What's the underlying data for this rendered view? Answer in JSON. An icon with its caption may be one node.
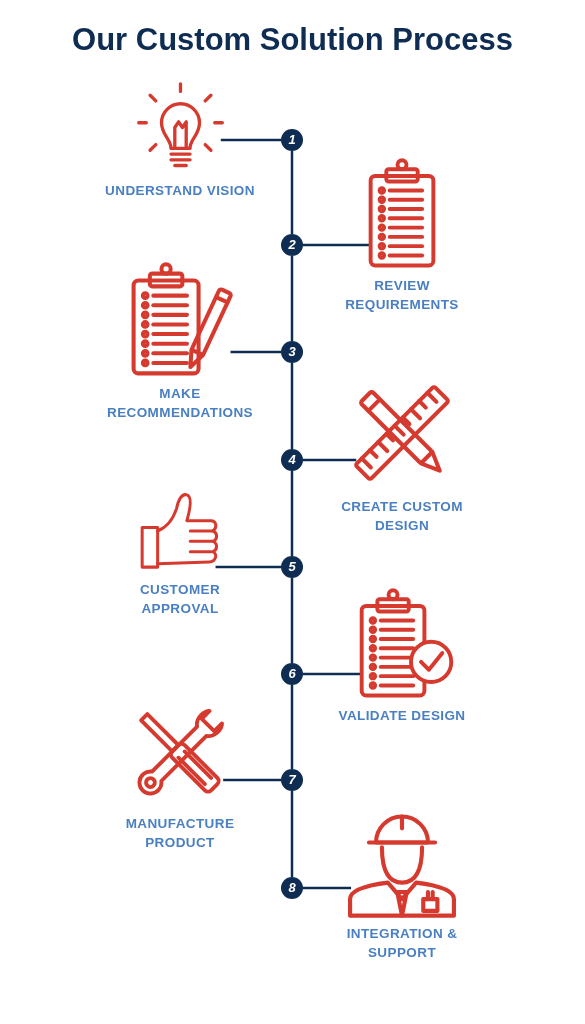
{
  "diagram": {
    "title": "Our Custom Solution Process",
    "nodes": [
      {
        "text": [
          "1"
        ]
      },
      {
        "text": [
          "2"
        ]
      },
      {
        "text": [
          "3"
        ]
      },
      {
        "text": [
          "4"
        ]
      },
      {
        "text": [
          "5"
        ]
      },
      {
        "text": [
          "6"
        ]
      },
      {
        "text": [
          "7"
        ]
      },
      {
        "text": [
          "8"
        ]
      },
      {
        "text": [
          "UNDERSTAND VISION"
        ]
      },
      {
        "text": [
          "REVIEW REQUIREMENTS"
        ]
      },
      {
        "text": [
          "MAKE RECOMMENDATIONS"
        ]
      },
      {
        "text": [
          "CREATE CUSTOM DESIGN"
        ]
      },
      {
        "text": [
          "CUSTOMER APPROVAL"
        ]
      },
      {
        "text": [
          "VALIDATE DESIGN"
        ]
      },
      {
        "text": [
          "MANUFACTURE PRODUCT"
        ]
      },
      {
        "text": [
          "INTEGRATION & SUPPORT"
        ]
      }
    ],
    "edges": [
      {
        "from": 0,
        "to": 1,
        "arrow": "none"
      },
      {
        "from": 1,
        "to": 2,
        "arrow": "none"
      },
      {
        "from": 2,
        "to": 3,
        "arrow": "none"
      },
      {
        "from": 3,
        "to": 4,
        "arrow": "none"
      },
      {
        "from": 4,
        "to": 5,
        "arrow": "none"
      },
      {
        "from": 5,
        "to": 6,
        "arrow": "none"
      },
      {
        "from": 6,
        "to": 7,
        "arrow": "none"
      },
      {
        "from": 0,
        "to": 8,
        "arrow": "none"
      },
      {
        "from": 1,
        "to": 9,
        "arrow": "none"
      },
      {
        "from": 2,
        "to": 10,
        "arrow": "none"
      },
      {
        "from": 3,
        "to": 11,
        "arrow": "none"
      },
      {
        "from": 4,
        "to": 12,
        "arrow": "none"
      },
      {
        "from": 5,
        "to": 13,
        "arrow": "none"
      },
      {
        "from": 6,
        "to": 14,
        "arrow": "none"
      },
      {
        "from": 7,
        "to": 15,
        "arrow": "none"
      }
    ]
  }
}
